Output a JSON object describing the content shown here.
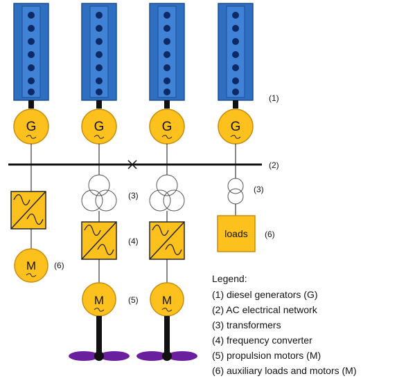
{
  "colors": {
    "engine_fill": "#2e6fc1",
    "engine_stroke": "#1d4f91",
    "cylinder_dot": "#0e2a66",
    "machine_fill": "#fdc11e",
    "machine_stroke": "#c78c10",
    "propeller": "#6a1f9e",
    "line": "#111111"
  },
  "icons": {
    "engine": "diesel-engine-icon",
    "generator": "generator-icon",
    "transformer": "transformer-icon",
    "converter": "frequency-converter-icon",
    "motor": "motor-icon",
    "propeller": "propeller-icon",
    "breaker": "bus-tie-breaker-icon"
  },
  "symbols": {
    "generator_letter": "G",
    "motor_letter": "M",
    "loads_label": "loads"
  },
  "markers": {
    "generators": "(1)",
    "network": "(2)",
    "transformers_branch2": "(3)",
    "transformers_branch4": "(3)",
    "converter": "(4)",
    "aux_loads": "(6)",
    "aux_motor": "(6)",
    "propulsion_motor": "(5)"
  },
  "legend": {
    "title": "Legend:",
    "items": [
      "(1) diesel generators (G)",
      "(2) AC electrical network",
      "(3) transformers",
      "(4) frequency converter",
      "(5) propulsion motors (M)",
      "(6) auxiliary loads and motors (M)"
    ]
  }
}
